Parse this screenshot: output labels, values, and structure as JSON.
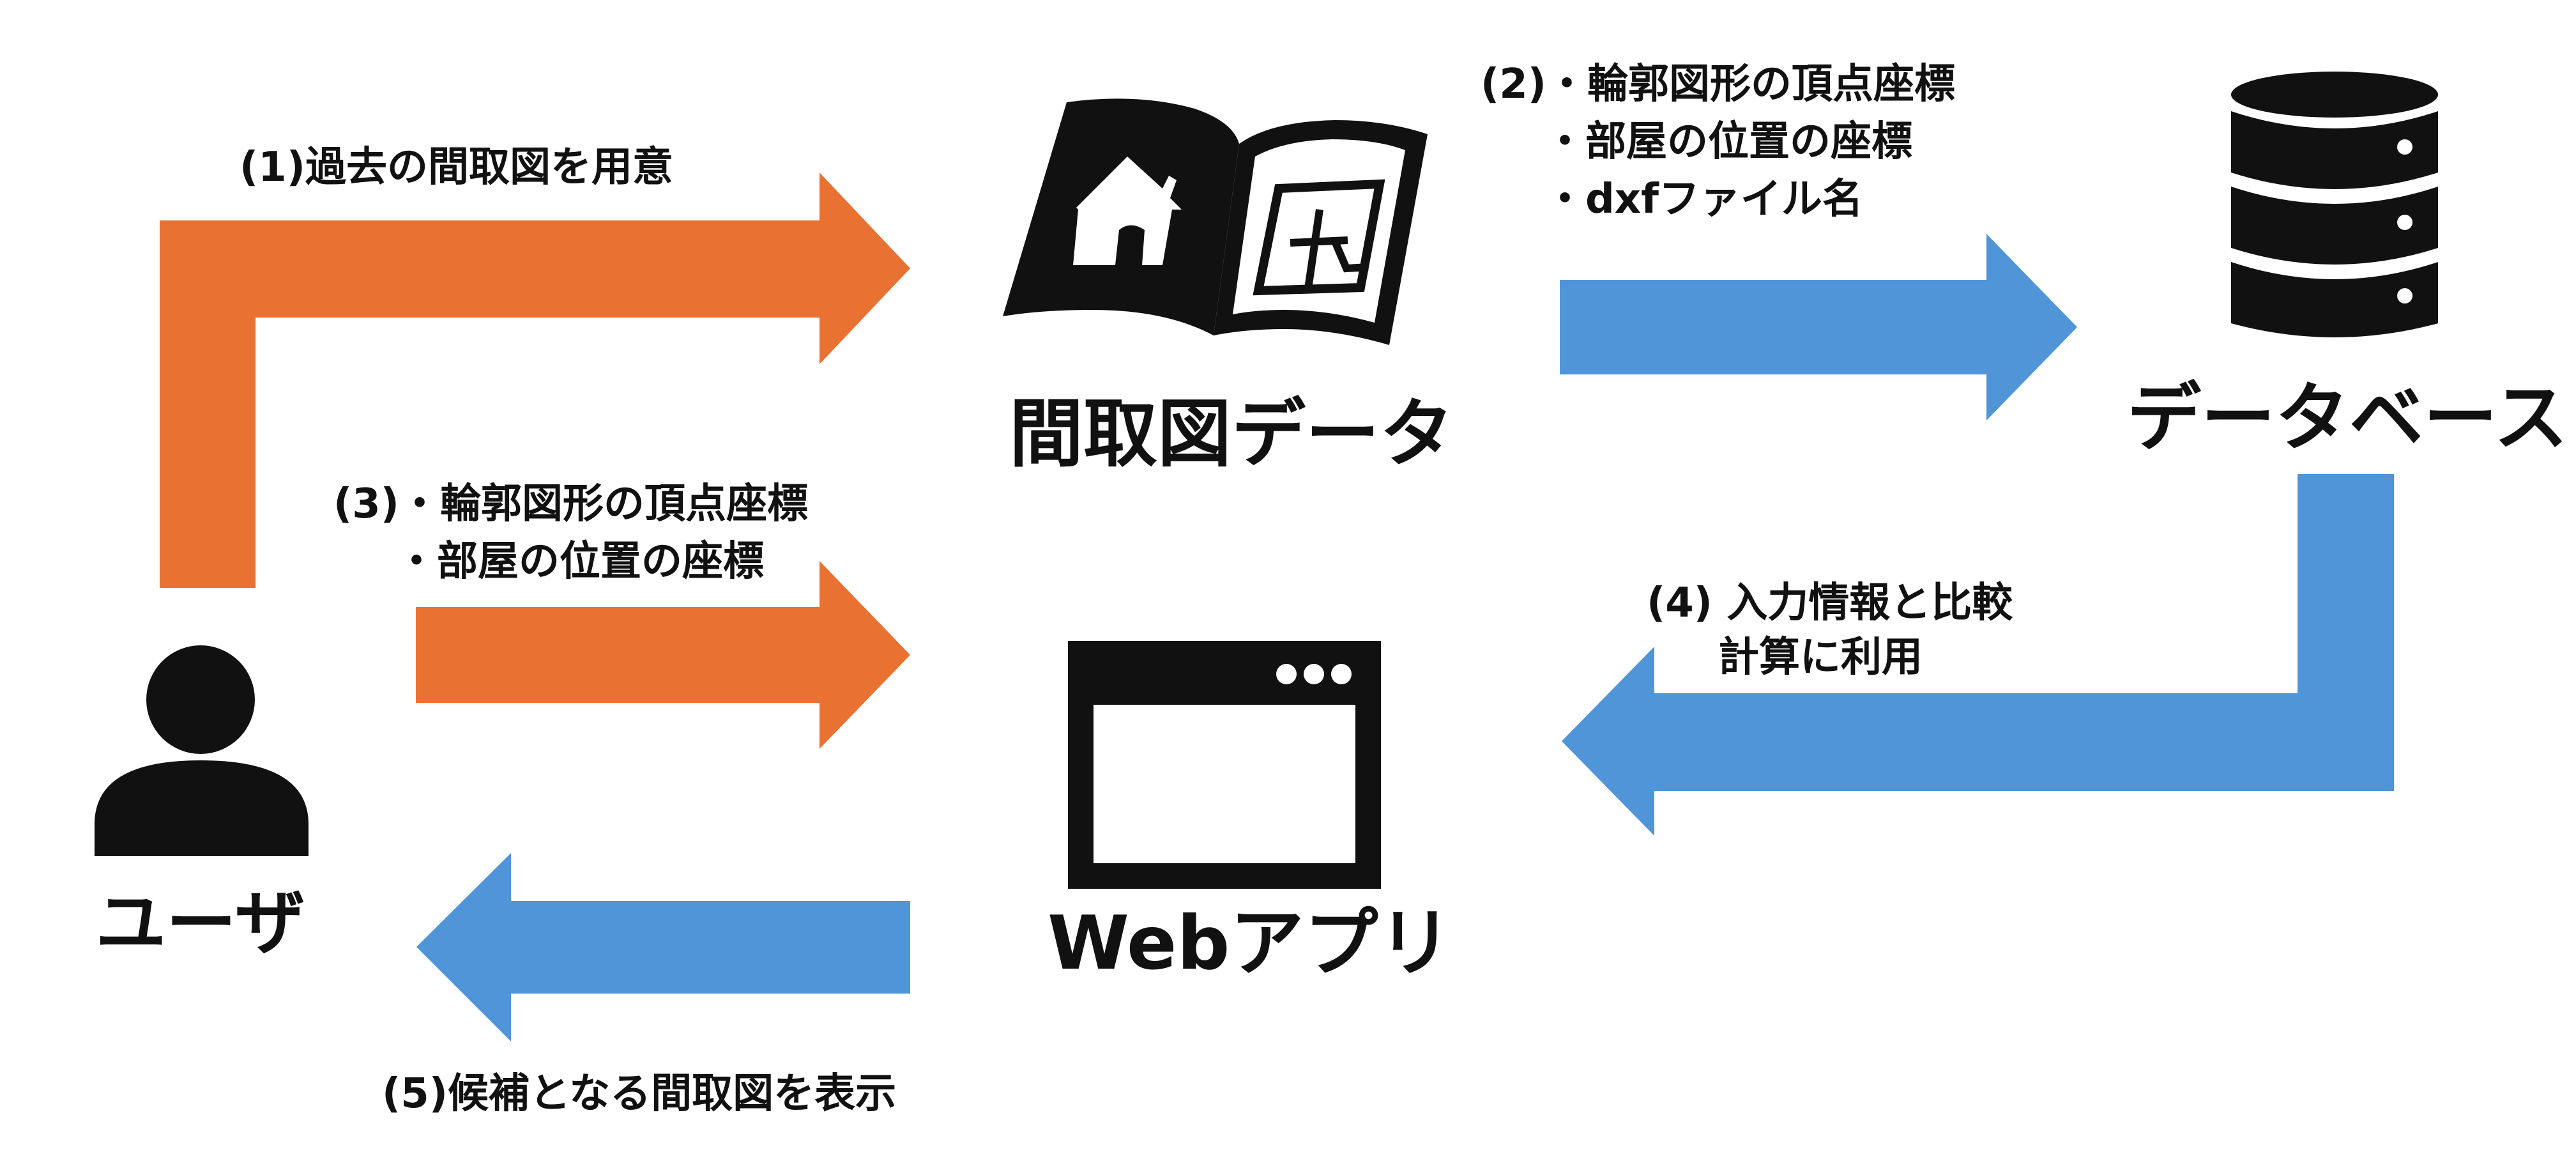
{
  "colors": {
    "orange": "#E97132",
    "blue": "#4F95D8",
    "dark": "#111111"
  },
  "nodes": {
    "user": {
      "label": "ユーザ",
      "icon": "person-icon"
    },
    "floorplan": {
      "label": "間取図データ",
      "icon": "floorplan-book-icon"
    },
    "database": {
      "label": "データベース",
      "icon": "database-icon"
    },
    "webapp": {
      "label": "Webアプリ",
      "icon": "browser-window-icon"
    }
  },
  "edges": {
    "e1": {
      "lines": [
        "(1)過去の間取図を用意"
      ]
    },
    "e2": {
      "lines": [
        "(2)・輪郭図形の頂点座標",
        "・部屋の位置の座標",
        "・dxfファイル名"
      ]
    },
    "e3": {
      "lines": [
        "(3)・輪郭図形の頂点座標",
        "・部屋の位置の座標"
      ]
    },
    "e4": {
      "lines": [
        "(4) 入力情報と比較",
        "計算に利用"
      ]
    },
    "e5": {
      "lines": [
        "(5)候補となる間取図を表示"
      ]
    }
  }
}
